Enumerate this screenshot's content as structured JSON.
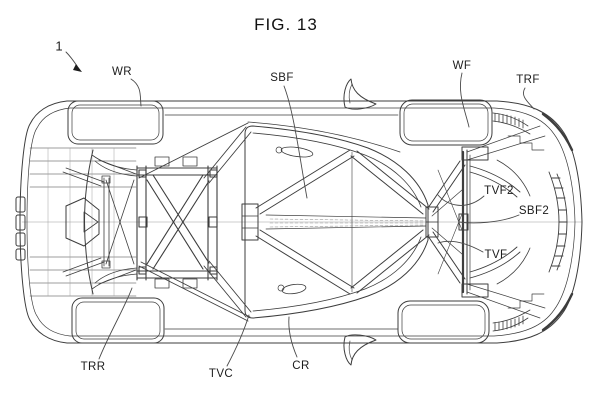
{
  "figure": {
    "title": "FIG. 13",
    "reference_number": "1",
    "labels": {
      "wr": "WR",
      "sbf": "SBF",
      "wf": "WF",
      "trf": "TRF",
      "tvf2": "TVF2",
      "sbf2": "SBF2",
      "tvf": "TVF",
      "trr": "TRR",
      "tvc": "TVC",
      "cr": "CR"
    },
    "colors": {
      "line": "#3d3d3d",
      "light_line": "#979797",
      "background": "#ffffff"
    }
  }
}
